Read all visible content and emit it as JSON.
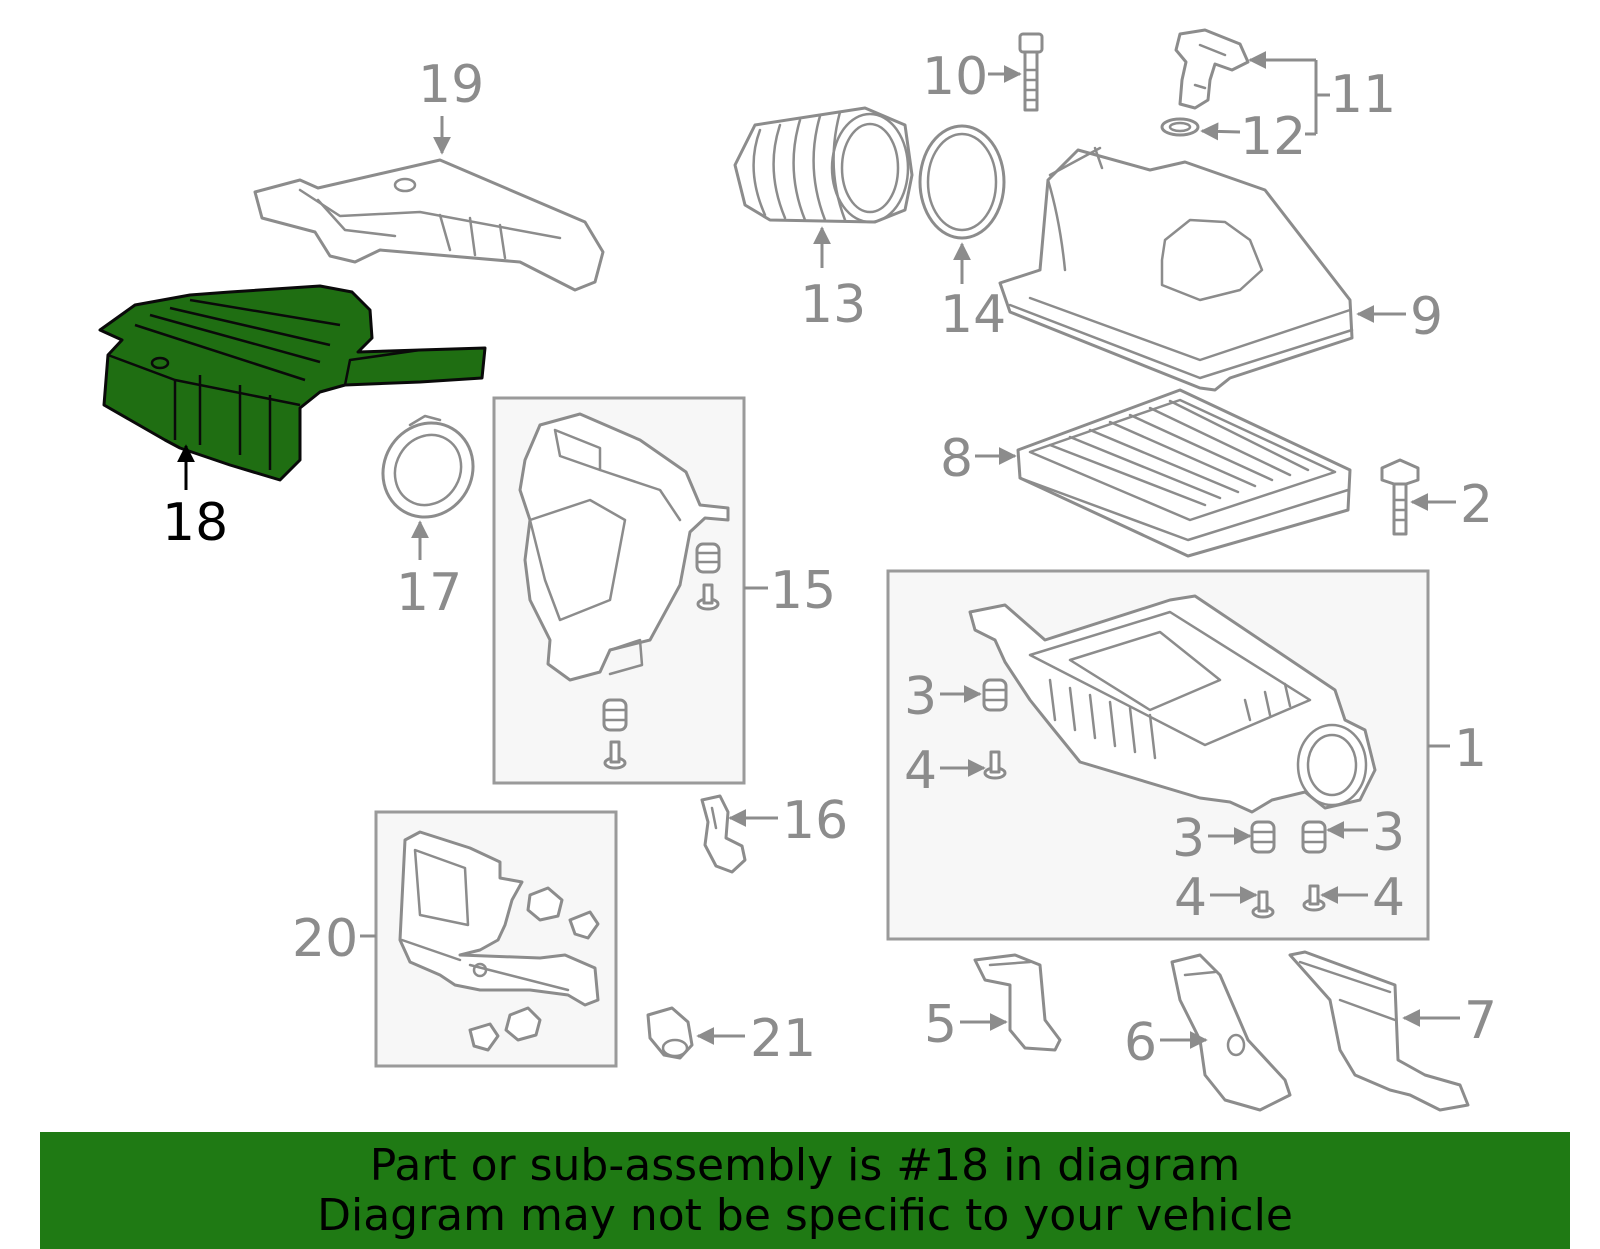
{
  "diagram": {
    "highlighted_part": "18",
    "highlight_color": "#1f6e12",
    "callouts": [
      "1",
      "2",
      "3",
      "3",
      "3",
      "4",
      "4",
      "4",
      "5",
      "6",
      "7",
      "8",
      "9",
      "10",
      "11",
      "12",
      "13",
      "14",
      "15",
      "16",
      "17",
      "18",
      "19",
      "20",
      "21"
    ]
  },
  "banner": {
    "background": "#1f7a14",
    "line1": "Part or sub-assembly is #18 in diagram",
    "line2": "Diagram may not be specific to your vehicle"
  }
}
